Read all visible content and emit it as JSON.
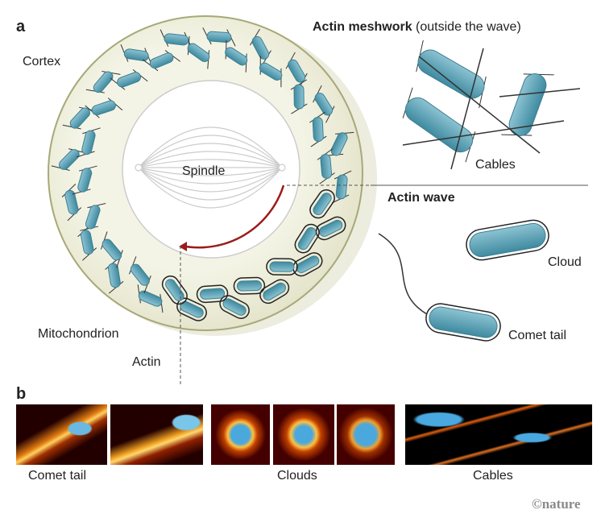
{
  "panel_a": {
    "label": "a",
    "cortex": "Cortex",
    "meshwork_title_bold": "Actin meshwork",
    "meshwork_title_rest": " (outside the wave)",
    "cables": "Cables",
    "spindle": "Spindle",
    "actin_wave": "Actin wave",
    "cloud": "Cloud",
    "comet_tail": "Comet tail",
    "mitochondrion": "Mitochondrion",
    "actin": "Actin"
  },
  "panel_b": {
    "label": "b",
    "captions": [
      "Comet tail",
      "Clouds",
      "Cables"
    ]
  },
  "credit": "©nature",
  "colors": {
    "mito": "#5a9fb2",
    "cortex": "#eeeed8",
    "wave_arrow": "#9b1c1c",
    "outline": "#a8a878"
  }
}
